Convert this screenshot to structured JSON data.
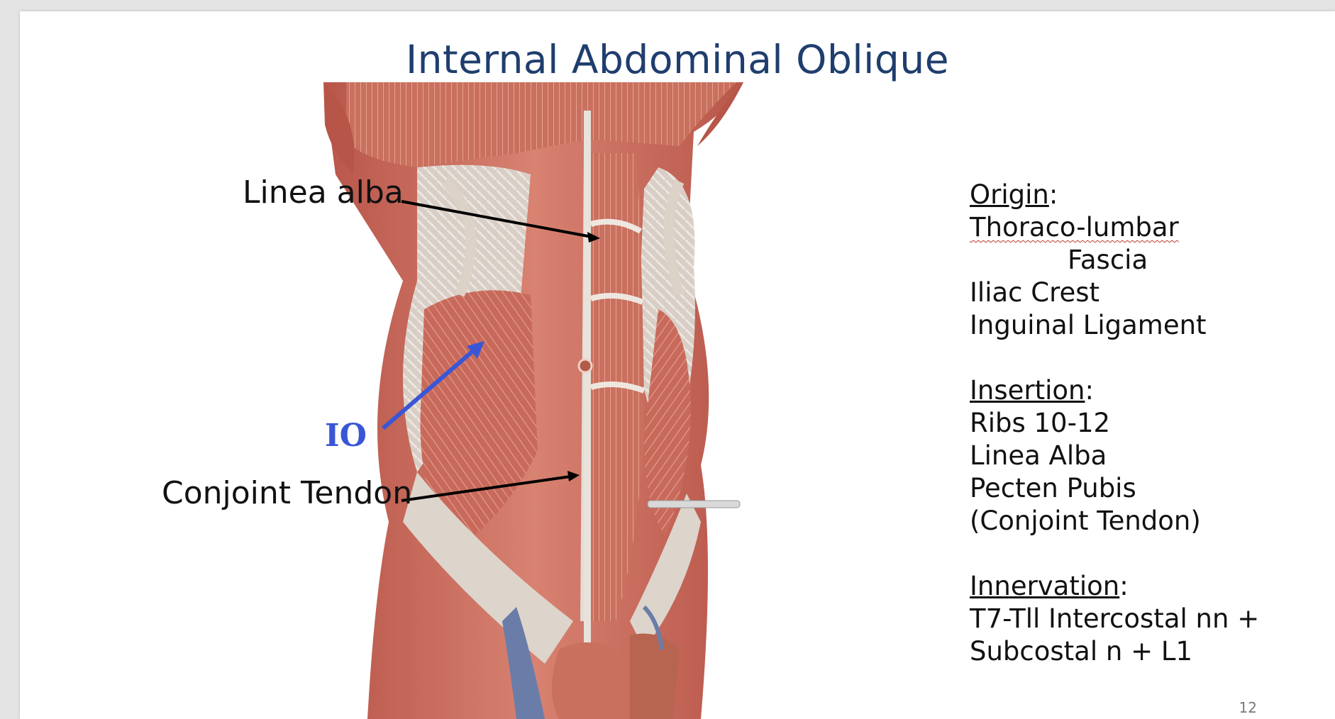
{
  "slide": {
    "title": "Internal Abdominal Oblique",
    "page_number": "12"
  },
  "labels": {
    "linea_alba": "Linea alba",
    "conjoint_tendon": "Conjoint Tendon",
    "io": "IO"
  },
  "info": {
    "origin_head": "Origin",
    "origin_lines": [
      "Thoraco-lumbar",
      "Fascia",
      "Iliac Crest",
      "Inguinal Ligament"
    ],
    "insertion_head": "Insertion",
    "insertion_lines": [
      "Ribs 10-12",
      "Linea Alba",
      "Pecten Pubis",
      "(Conjoint Tendon)"
    ],
    "innervation_head": "Innervation",
    "innervation_lines": [
      "T7-Tll Intercostal nn +",
      "Subcostal n + L1"
    ]
  },
  "colors": {
    "title": "#1f3e6e",
    "io_arrow": "#3a56d6",
    "muscle": "#c8695a",
    "fascia": "#dcd7cf"
  }
}
